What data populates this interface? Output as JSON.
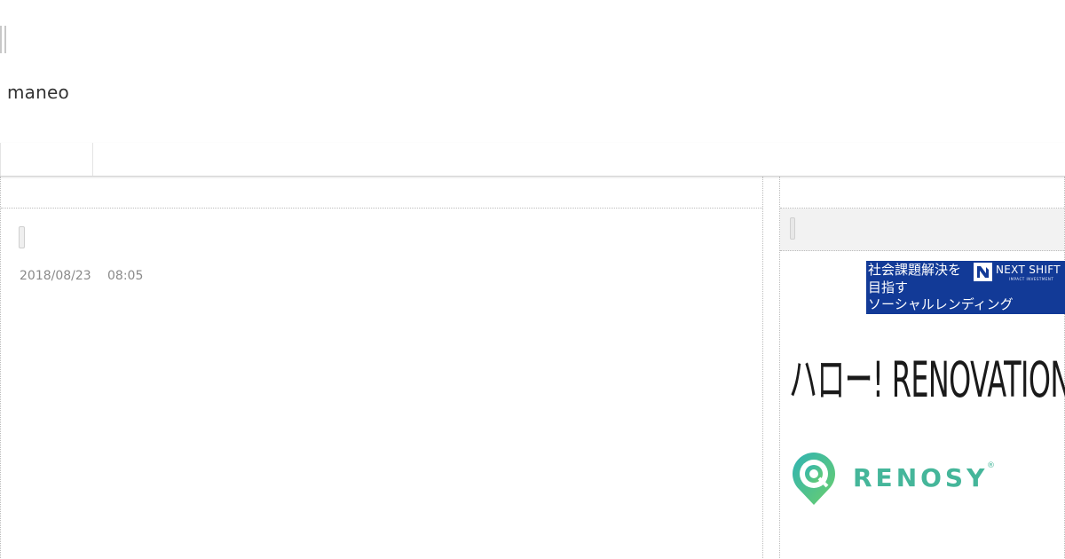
{
  "header": {
    "site_title": "maneo"
  },
  "nav": {
    "tabs": [
      ""
    ]
  },
  "article": {
    "date": "2018/08/23",
    "time": "08:05"
  },
  "sidebar": {
    "banners": {
      "nextshift": {
        "line1": "社会課題解決を",
        "line2": "目指す",
        "line3": "ソーシャルレンディング",
        "logo_name": "NEXT SHIFT",
        "logo_sub": "IMPACT INVESTMENT"
      },
      "renovation": {
        "text": "ハロー! RENOVATION"
      },
      "renosy": {
        "text": "RENOSY",
        "reg_mark": "®"
      }
    }
  },
  "colors": {
    "nextshift_bg": "#123a97",
    "renosy_green": "#45b69a",
    "meta_gray": "#8a8a8a"
  },
  "icons": [
    "nextshift-logo-icon",
    "renosy-pin-icon"
  ]
}
